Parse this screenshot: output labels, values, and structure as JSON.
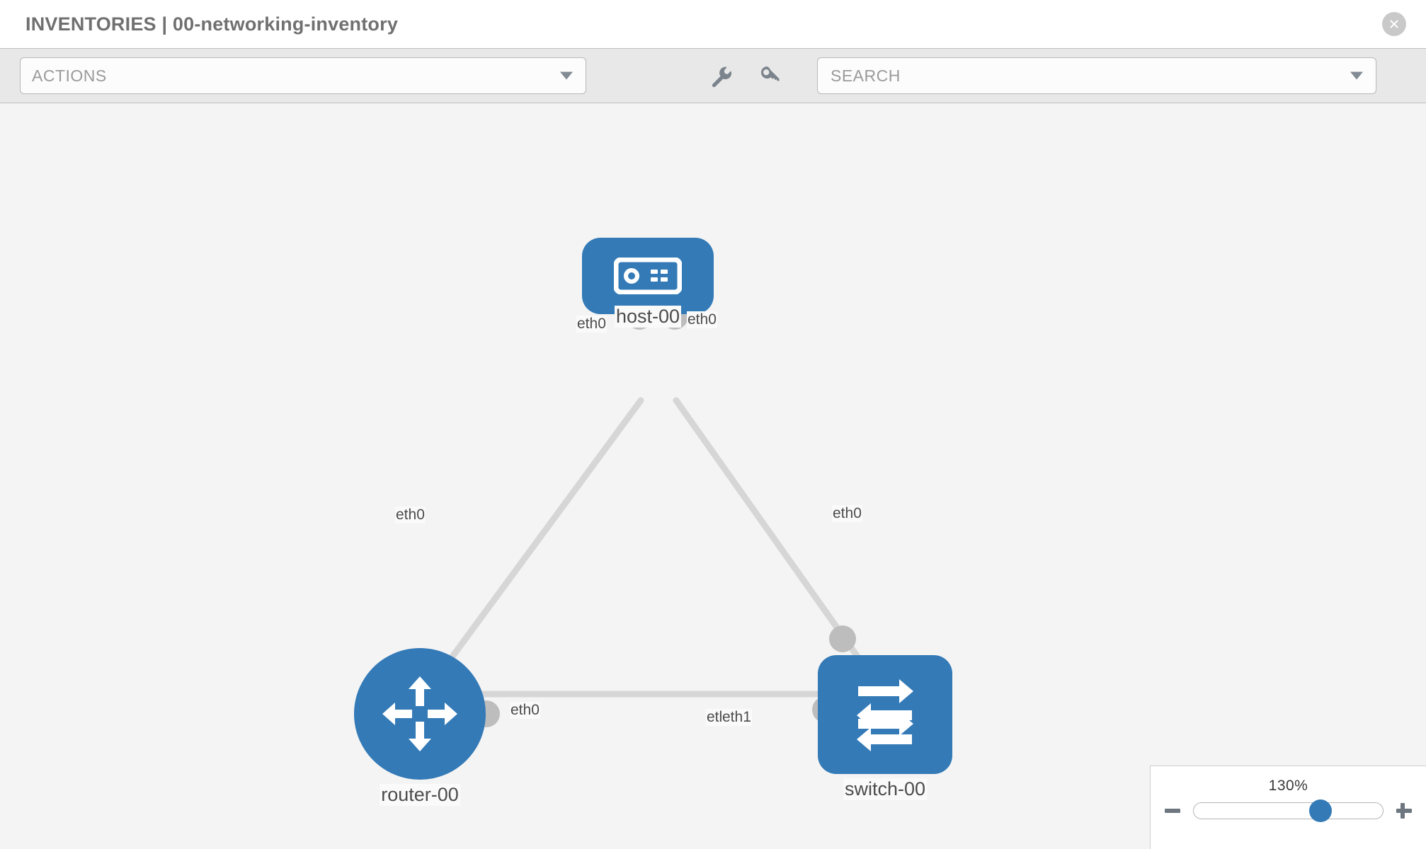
{
  "header": {
    "title": "INVENTORIES | 00-networking-inventory",
    "close_icon": "close-circle-icon"
  },
  "toolbar": {
    "actions_label": "ACTIONS",
    "actions_caret_icon": "chevron-down-icon",
    "wrench_icon": "wrench-icon",
    "key_icon": "key-icon",
    "search": {
      "value": "",
      "placeholder": "SEARCH",
      "caret_icon": "chevron-down-icon"
    }
  },
  "topology": {
    "accent_color": "#337ab7",
    "canvas_bg": "#f4f4f4",
    "link_color": "#d6d6d6",
    "nodes": [
      {
        "id": "host-00",
        "label": "host-00",
        "type": "host",
        "icon": "server-icon"
      },
      {
        "id": "router-00",
        "label": "router-00",
        "type": "router",
        "icon": "router-arrows-icon"
      },
      {
        "id": "switch-00",
        "label": "switch-00",
        "type": "switch",
        "icon": "switch-arrows-icon"
      }
    ],
    "interface_labels": {
      "host_left": "eth0",
      "host_right": "eth0",
      "router_up": "eth0",
      "switch_up": "eth0",
      "router_right": "eth0",
      "switch_left_hidden": "eth0",
      "switch_left": "eth1"
    }
  },
  "zoom": {
    "value_label": "130%",
    "minus_label": "minus-button",
    "plus_label": "plus-button",
    "thumb_percent": 67
  }
}
